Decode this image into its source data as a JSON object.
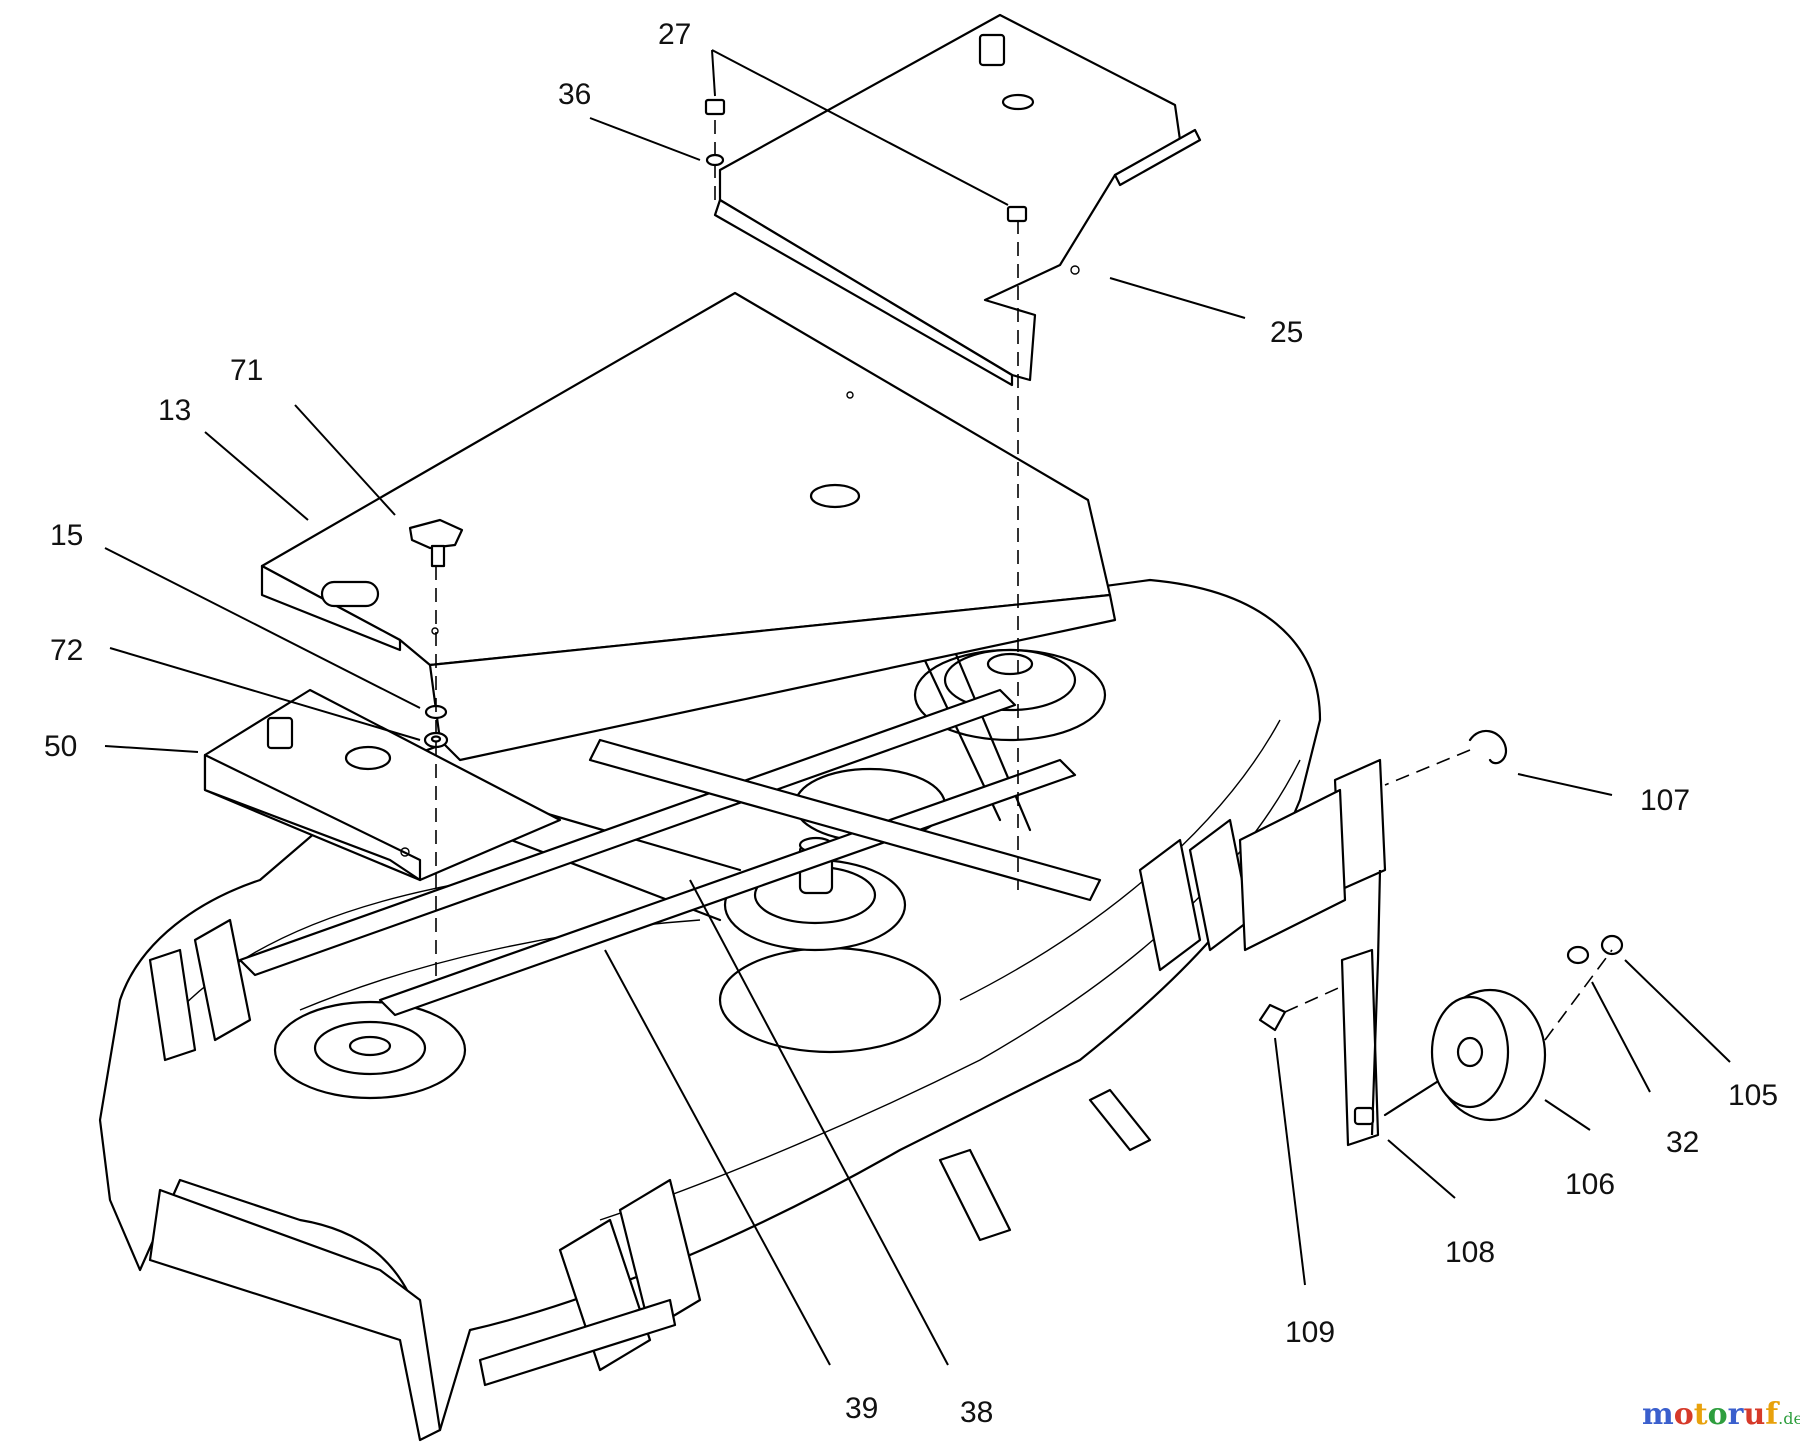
{
  "callouts": {
    "c27": "27",
    "c36": "36",
    "c25": "25",
    "c71": "71",
    "c13": "13",
    "c15": "15",
    "c72": "72",
    "c50": "50",
    "c107": "107",
    "c105": "105",
    "c32": "32",
    "c106": "106",
    "c108": "108",
    "c109": "109",
    "c39": "39",
    "c38": "38"
  },
  "watermark": {
    "brand": "motoruf",
    "suffix": ".de",
    "colors": [
      "#3a5fcd",
      "#d63a2a",
      "#e8a10c",
      "#2e9e3e"
    ]
  }
}
